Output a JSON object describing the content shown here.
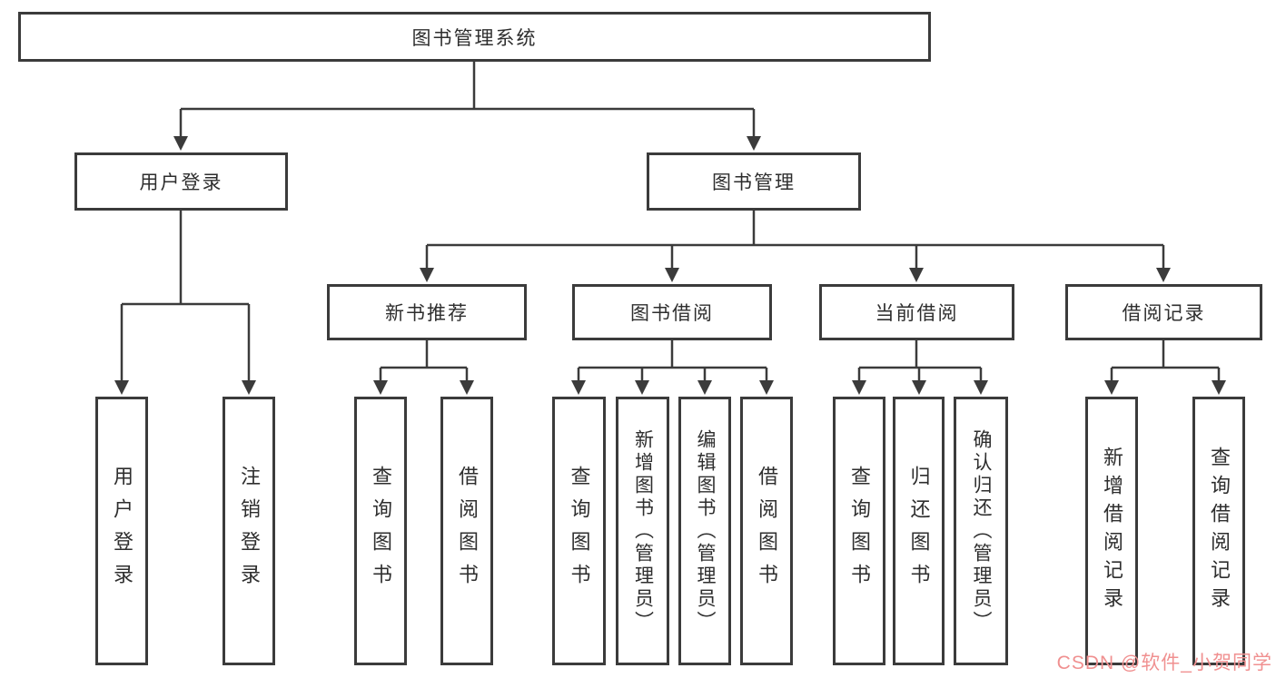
{
  "diagram": {
    "title_node": "图书管理系统",
    "level2": {
      "user_login": "用户登录",
      "book_management": "图书管理"
    },
    "level3": {
      "new_book_recommend": "新书推荐",
      "book_borrow": "图书借阅",
      "current_borrow": "当前借阅",
      "borrow_records": "借阅记录"
    },
    "leaves": [
      "用户登录",
      "注销登录",
      "查询图书",
      "借阅图书",
      "查询图书",
      "新增图书（管理员）",
      "编辑图书（管理员）",
      "借阅图书",
      "查询图书",
      "归还图书",
      "确认归还（管理员）",
      "新增借阅记录",
      "查询借阅记录"
    ]
  },
  "watermark": {
    "text": "CSDN @软件_小贺同学",
    "color": "#f09090"
  },
  "colors": {
    "line": "#3b3b3b",
    "border": "#3b3b3b",
    "text": "#2e2e2e",
    "background": "#ffffff",
    "watermark": "#f09090"
  }
}
